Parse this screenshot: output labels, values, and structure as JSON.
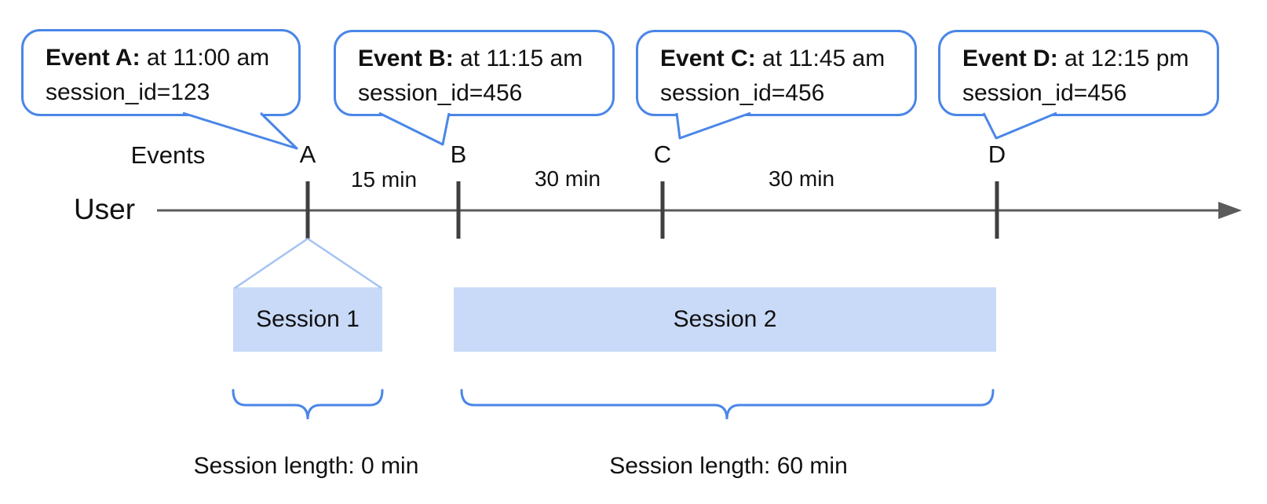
{
  "bubbles": [
    {
      "label": "Event A:",
      "time": " at 11:00 am",
      "session": "session_id=123"
    },
    {
      "label": "Event B:",
      "time": " at 11:15 am",
      "session": "session_id=456"
    },
    {
      "label": "Event C:",
      "time": " at 11:45 am",
      "session": "session_id=456"
    },
    {
      "label": "Event D:",
      "time": " at 12:15 pm",
      "session": "session_id=456"
    }
  ],
  "axis": {
    "user_label": "User",
    "events_label": "Events"
  },
  "events": [
    {
      "letter": "A"
    },
    {
      "letter": "B"
    },
    {
      "letter": "C"
    },
    {
      "letter": "D"
    }
  ],
  "intervals": [
    {
      "label": "15 min"
    },
    {
      "label": "30 min"
    },
    {
      "label": "30 min"
    }
  ],
  "sessions": [
    {
      "name": "Session 1",
      "length": "Session length: 0 min"
    },
    {
      "name": "Session 2",
      "length": "Session length: 60 min"
    }
  ],
  "colors": {
    "accent_blue": "#4a86e8",
    "session_fill": "#c9daf8",
    "funnel_blue": "#a4c2f4",
    "axis_gray": "#5b5b5b",
    "tick_gray": "#3f3f3f"
  }
}
